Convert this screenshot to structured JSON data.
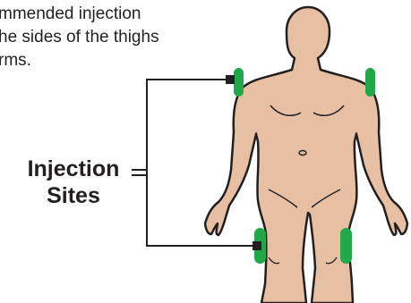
{
  "intro_lines": [
    "mmended injection",
    "he sides of the thighs",
    "rms."
  ],
  "label": {
    "line1": "Injection",
    "line2": "Sites"
  },
  "colors": {
    "skin": "#e7bfa2",
    "outline": "#231f20",
    "injection_site": "#22a84a",
    "text": "#231f20"
  },
  "icon_names": [
    "human-body-front-figure",
    "injection-site-marker"
  ]
}
